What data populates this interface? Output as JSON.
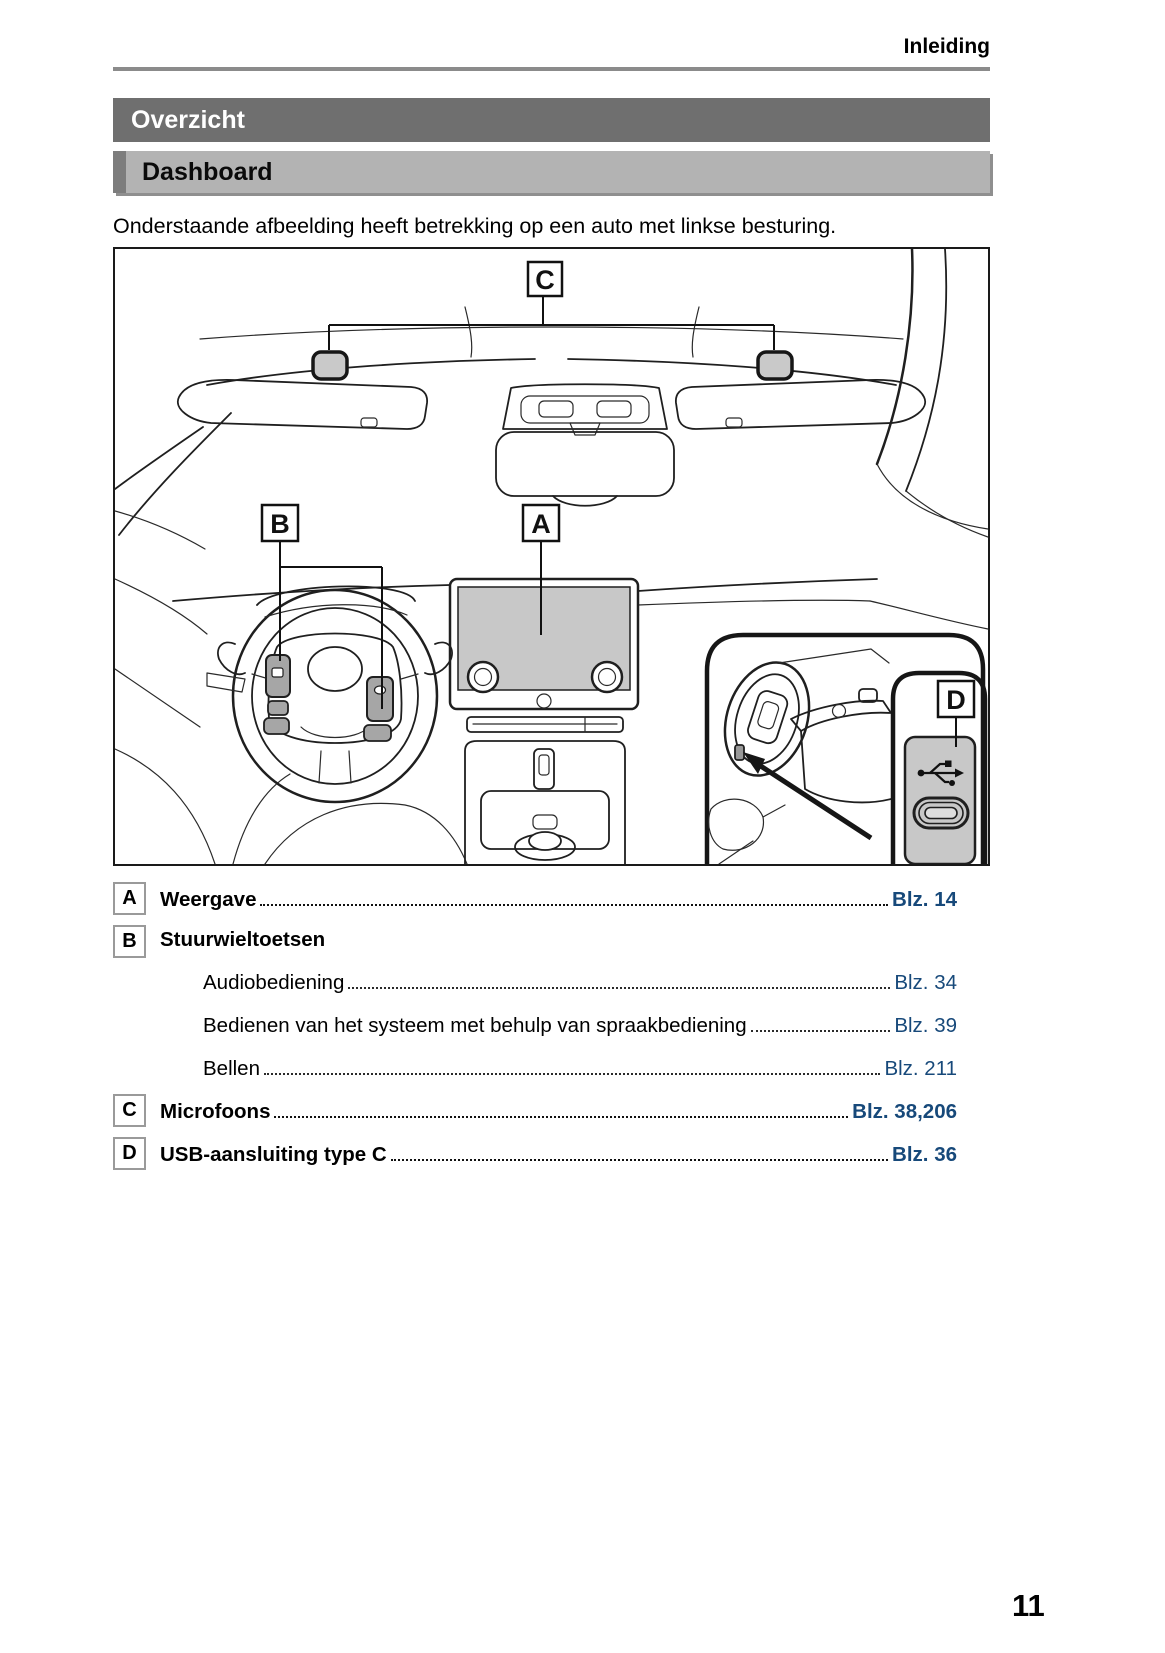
{
  "page": {
    "header": "Inleiding",
    "page_number": "11"
  },
  "sections": {
    "overview_bar": "Overzicht",
    "dashboard_bar": "Dashboard"
  },
  "intro_text": "Onderstaande afbeelding heeft betrekking op een auto met linkse besturing.",
  "figure": {
    "labels": {
      "a": "A",
      "b": "B",
      "c": "C",
      "d": "D"
    },
    "icons": [
      "usb-icon"
    ]
  },
  "index": {
    "items": [
      {
        "letter": "A",
        "label": "Weergave",
        "page": "Blz. 14",
        "bold": true,
        "children": []
      },
      {
        "letter": "B",
        "label": "Stuurwieltoetsen",
        "page": "",
        "bold": true,
        "children": [
          {
            "label": "Audiobediening",
            "page": "Blz. 34"
          },
          {
            "label": "Bedienen van het systeem met behulp van spraakbediening",
            "page": "Blz. 39"
          },
          {
            "label": "Bellen",
            "page": "Blz. 211"
          }
        ]
      },
      {
        "letter": "C",
        "label": "Microfoons",
        "page": "Blz. 38,206",
        "bold": true,
        "children": []
      },
      {
        "letter": "D",
        "label": "USB-aansluiting type C",
        "page": "Blz. 36",
        "bold": true,
        "children": []
      }
    ]
  },
  "colors": {
    "link_blue": "#17497a",
    "bar_dark_gray": "#6f6f6f",
    "bar_light_gray": "#b3b3b3",
    "figure_gray": "#c8c8c8"
  }
}
